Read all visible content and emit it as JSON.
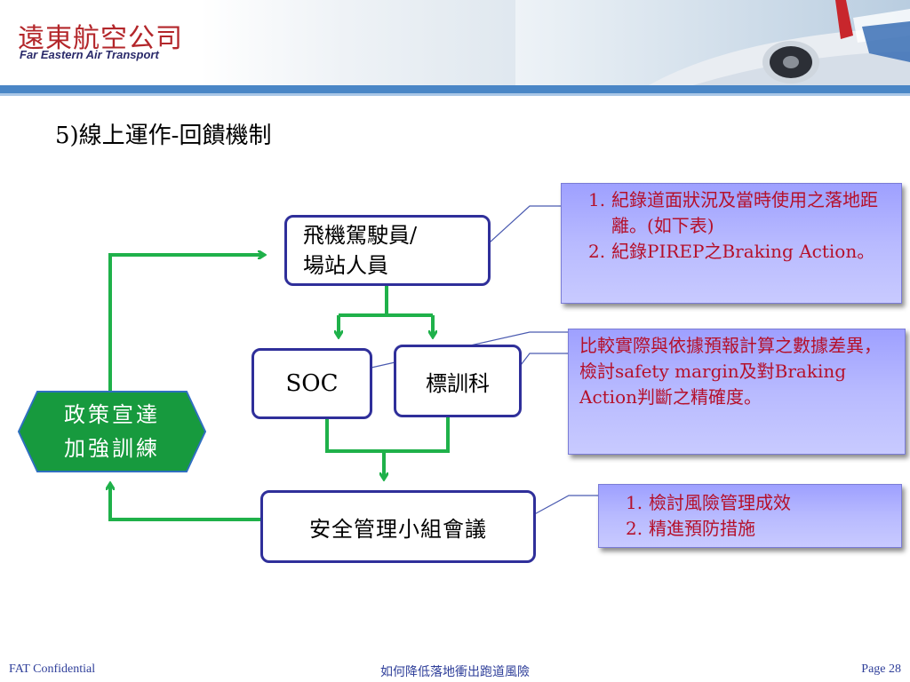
{
  "header": {
    "logo_zh": "遠東航空公司",
    "logo_en": "Far Eastern Air Transport"
  },
  "slide": {
    "title": "5)線上運作-回饋機制"
  },
  "nodes": {
    "pilot_line1": "飛機駕駛員/",
    "pilot_line2": "場站人員",
    "soc": "SOC",
    "training": "標訓科",
    "meeting": "安全管理小組會議",
    "policy_line1": "政策宣達",
    "policy_line2": "加強訓練"
  },
  "callouts": {
    "record": [
      {
        "num": "1.",
        "text": "紀錄道面狀況及當時使用之落地距離。(如下表)"
      },
      {
        "num": "2.",
        "text": "紀錄PIREP之Braking Action。"
      }
    ],
    "compare": "比較實際與依據預報計算之數據差異，檢討safety margin及對Braking Action判斷之精確度。",
    "review": [
      {
        "num": "1.",
        "text": "檢討風險管理成效"
      },
      {
        "num": "2.",
        "text": "精進預防措施"
      }
    ]
  },
  "footer": {
    "left": "FAT Confidential",
    "center": "如何降低落地衝出跑道風險",
    "right": "Page 28"
  },
  "colors": {
    "arrow": "#1fb14a",
    "node_border": "#2f2f9a",
    "callout_text": "#b5102a",
    "band": "#4a86c6"
  }
}
